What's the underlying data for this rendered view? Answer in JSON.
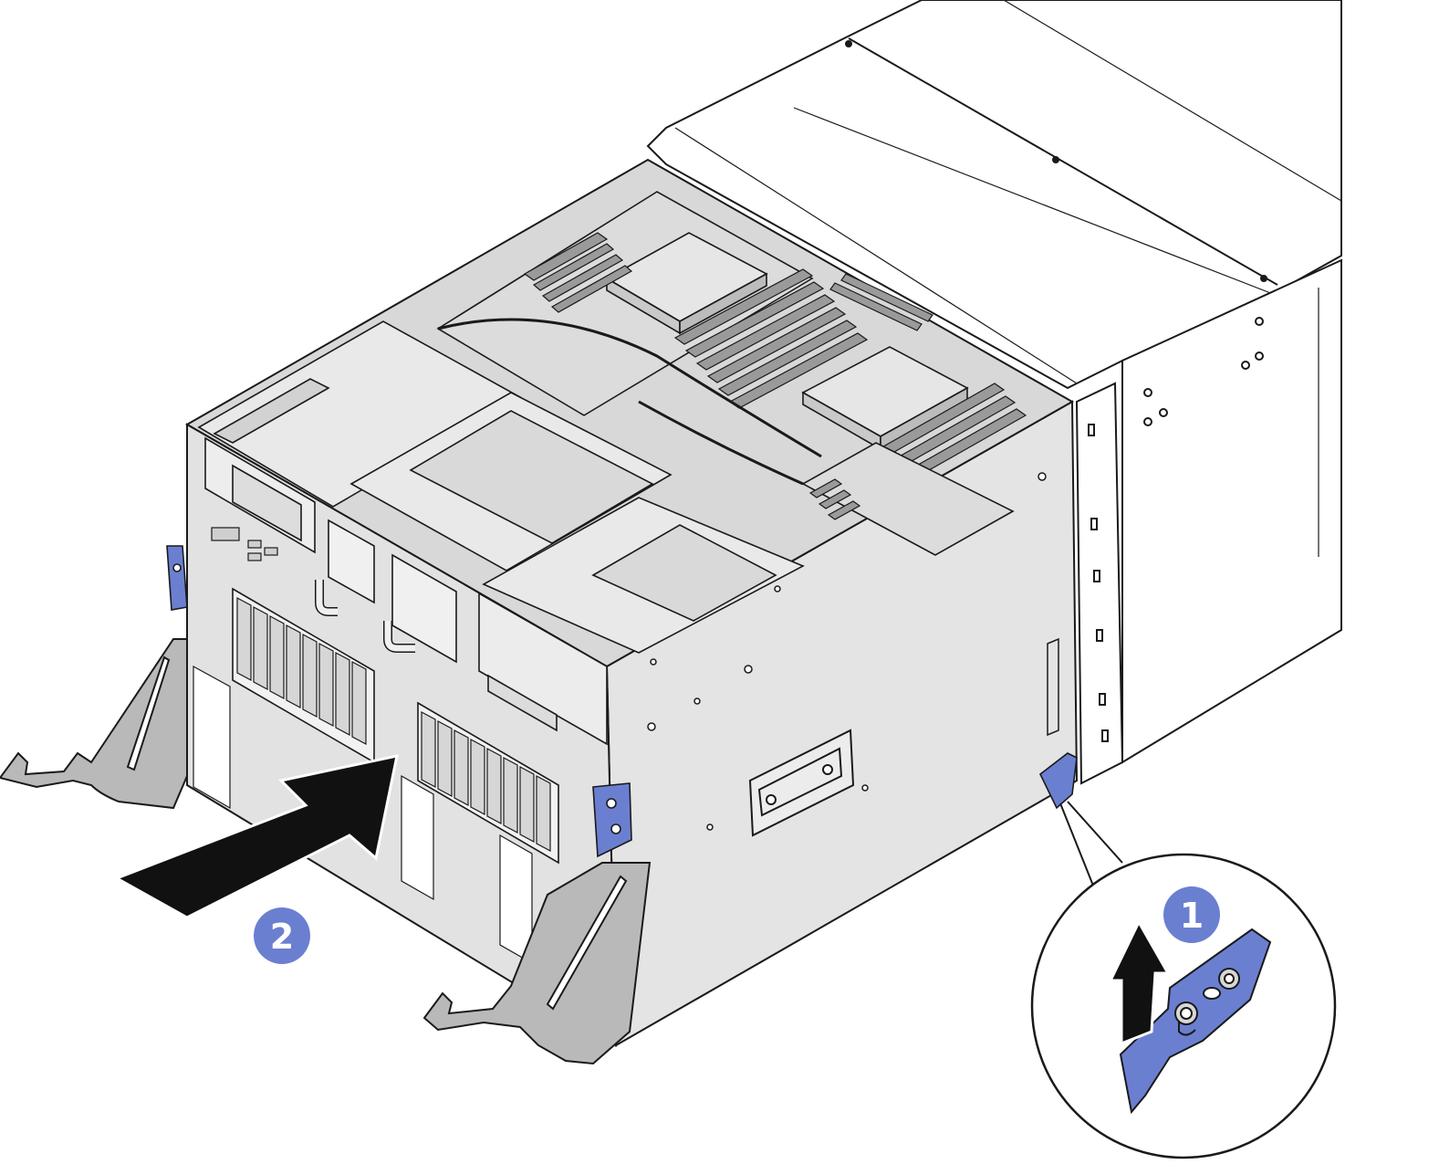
{
  "colors": {
    "line": "#1a1a1a",
    "chassis_fill": "#e4e4e4",
    "chassis_dark": "#cfcfcf",
    "rack_fill": "#ffffff",
    "accent_blue": "#6b7fd1",
    "accent_blue_dark": "#4a5bb0",
    "arrow_fill": "#111111",
    "rail_fill": "#b9b9b9"
  },
  "steps": [
    {
      "number": "1",
      "action": "lift-release-latch"
    },
    {
      "number": "2",
      "action": "slide-chassis-into-rack"
    }
  ],
  "icons": {
    "push_arrow": "large-arrow-right-up",
    "lift_arrow": "arrow-up",
    "detail_callout": "magnifier-circle"
  }
}
